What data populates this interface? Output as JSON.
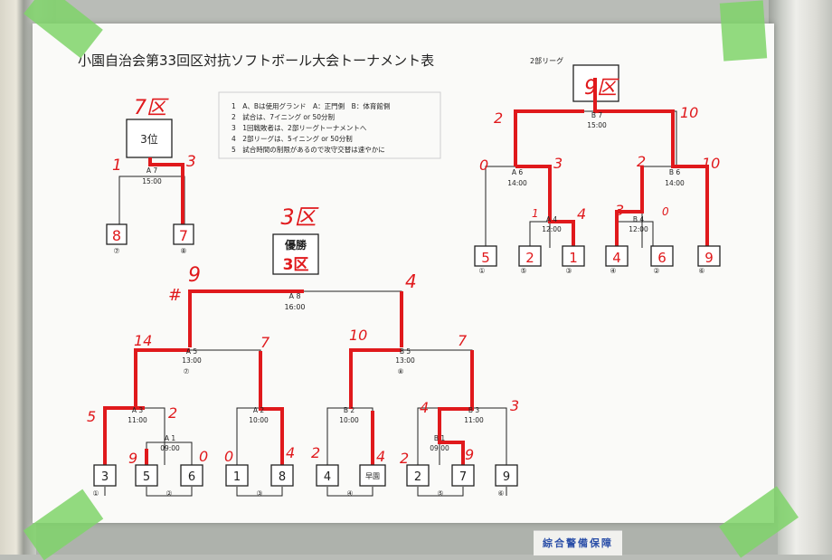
{
  "poster": {
    "title": "小園自治会第33回区対抗ソフトボール大会トーナメント表",
    "league2_label": "2部リーグ",
    "rules": [
      "1　A、Bは使用グランド　A：正門側　B：体育館側",
      "2　試合は、7イニング or 50分制",
      "3　1回戦敗者は、2部リーグトーナメントへ",
      "4　2部リーグは、5イニング or 50分制",
      "5　試合時間の制限があるので攻守交替は速やかに"
    ]
  },
  "third_place": {
    "label": "3位",
    "winner_note": "7区",
    "game": {
      "code": "A 7",
      "time": "15:00"
    },
    "left": {
      "team": "8",
      "seed": "⑦",
      "score": "1"
    },
    "right": {
      "team": "7",
      "seed": "⑧",
      "score": "3"
    }
  },
  "champion": {
    "label": "優勝",
    "winner_note": "3区",
    "winner_written": "3区",
    "final": {
      "code": "A 8",
      "time": "16:00",
      "left_score": "9",
      "right_score": "4",
      "mark": "#"
    }
  },
  "main_bracket": {
    "games": [
      {
        "code": "A 5",
        "time": "13:00",
        "seed": "⑦"
      },
      {
        "code": "B 5",
        "time": "13:00",
        "seed": "⑧"
      },
      {
        "code": "A 3",
        "time": "11:00"
      },
      {
        "code": "A 2",
        "time": "10:00"
      },
      {
        "code": "B 2",
        "time": "10:00"
      },
      {
        "code": "B 3",
        "time": "11:00"
      },
      {
        "code": "A 1",
        "time": "09:00"
      },
      {
        "code": "B 1",
        "time": "09:00"
      }
    ],
    "teams": [
      {
        "name": "3",
        "seed": "①"
      },
      {
        "name": "5",
        "seed": ""
      },
      {
        "name": "6",
        "seed": "②"
      },
      {
        "name": "1",
        "seed": ""
      },
      {
        "name": "8",
        "seed": "③"
      },
      {
        "name": "4",
        "seed": "④"
      },
      {
        "name": "早園",
        "seed": ""
      },
      {
        "name": "2",
        "seed": "⑤"
      },
      {
        "name": "7",
        "seed": ""
      },
      {
        "name": "9",
        "seed": "⑥"
      }
    ],
    "scores": [
      "14",
      "7",
      "10",
      "7",
      "5",
      "2",
      "9",
      "0",
      "0",
      "4",
      "2",
      "4",
      "4",
      "3",
      "2",
      "9"
    ]
  },
  "league2": {
    "winner_note": "9区",
    "final": {
      "code": "B 7",
      "time": "15:00",
      "left_score": "2",
      "right_score": "10"
    },
    "games": [
      {
        "code": "A 6",
        "time": "14:00"
      },
      {
        "code": "B 6",
        "time": "14:00"
      },
      {
        "code": "A 4",
        "time": "12:00"
      },
      {
        "code": "B 4",
        "time": "12:00"
      }
    ],
    "teams": [
      {
        "name": "5",
        "seed": "①"
      },
      {
        "name": "2",
        "seed": "⑤"
      },
      {
        "name": "1",
        "seed": "③"
      },
      {
        "name": "4",
        "seed": "④"
      },
      {
        "name": "6",
        "seed": "②"
      },
      {
        "name": "9",
        "seed": "⑥"
      }
    ],
    "scores": [
      "0",
      "3",
      "2",
      "10",
      "1",
      "4",
      "3",
      "0"
    ]
  },
  "sign_text": "綜合警備保障",
  "colors": {
    "ink": "#222222",
    "marker": "#e0191c",
    "tape": "#7fd36a"
  }
}
